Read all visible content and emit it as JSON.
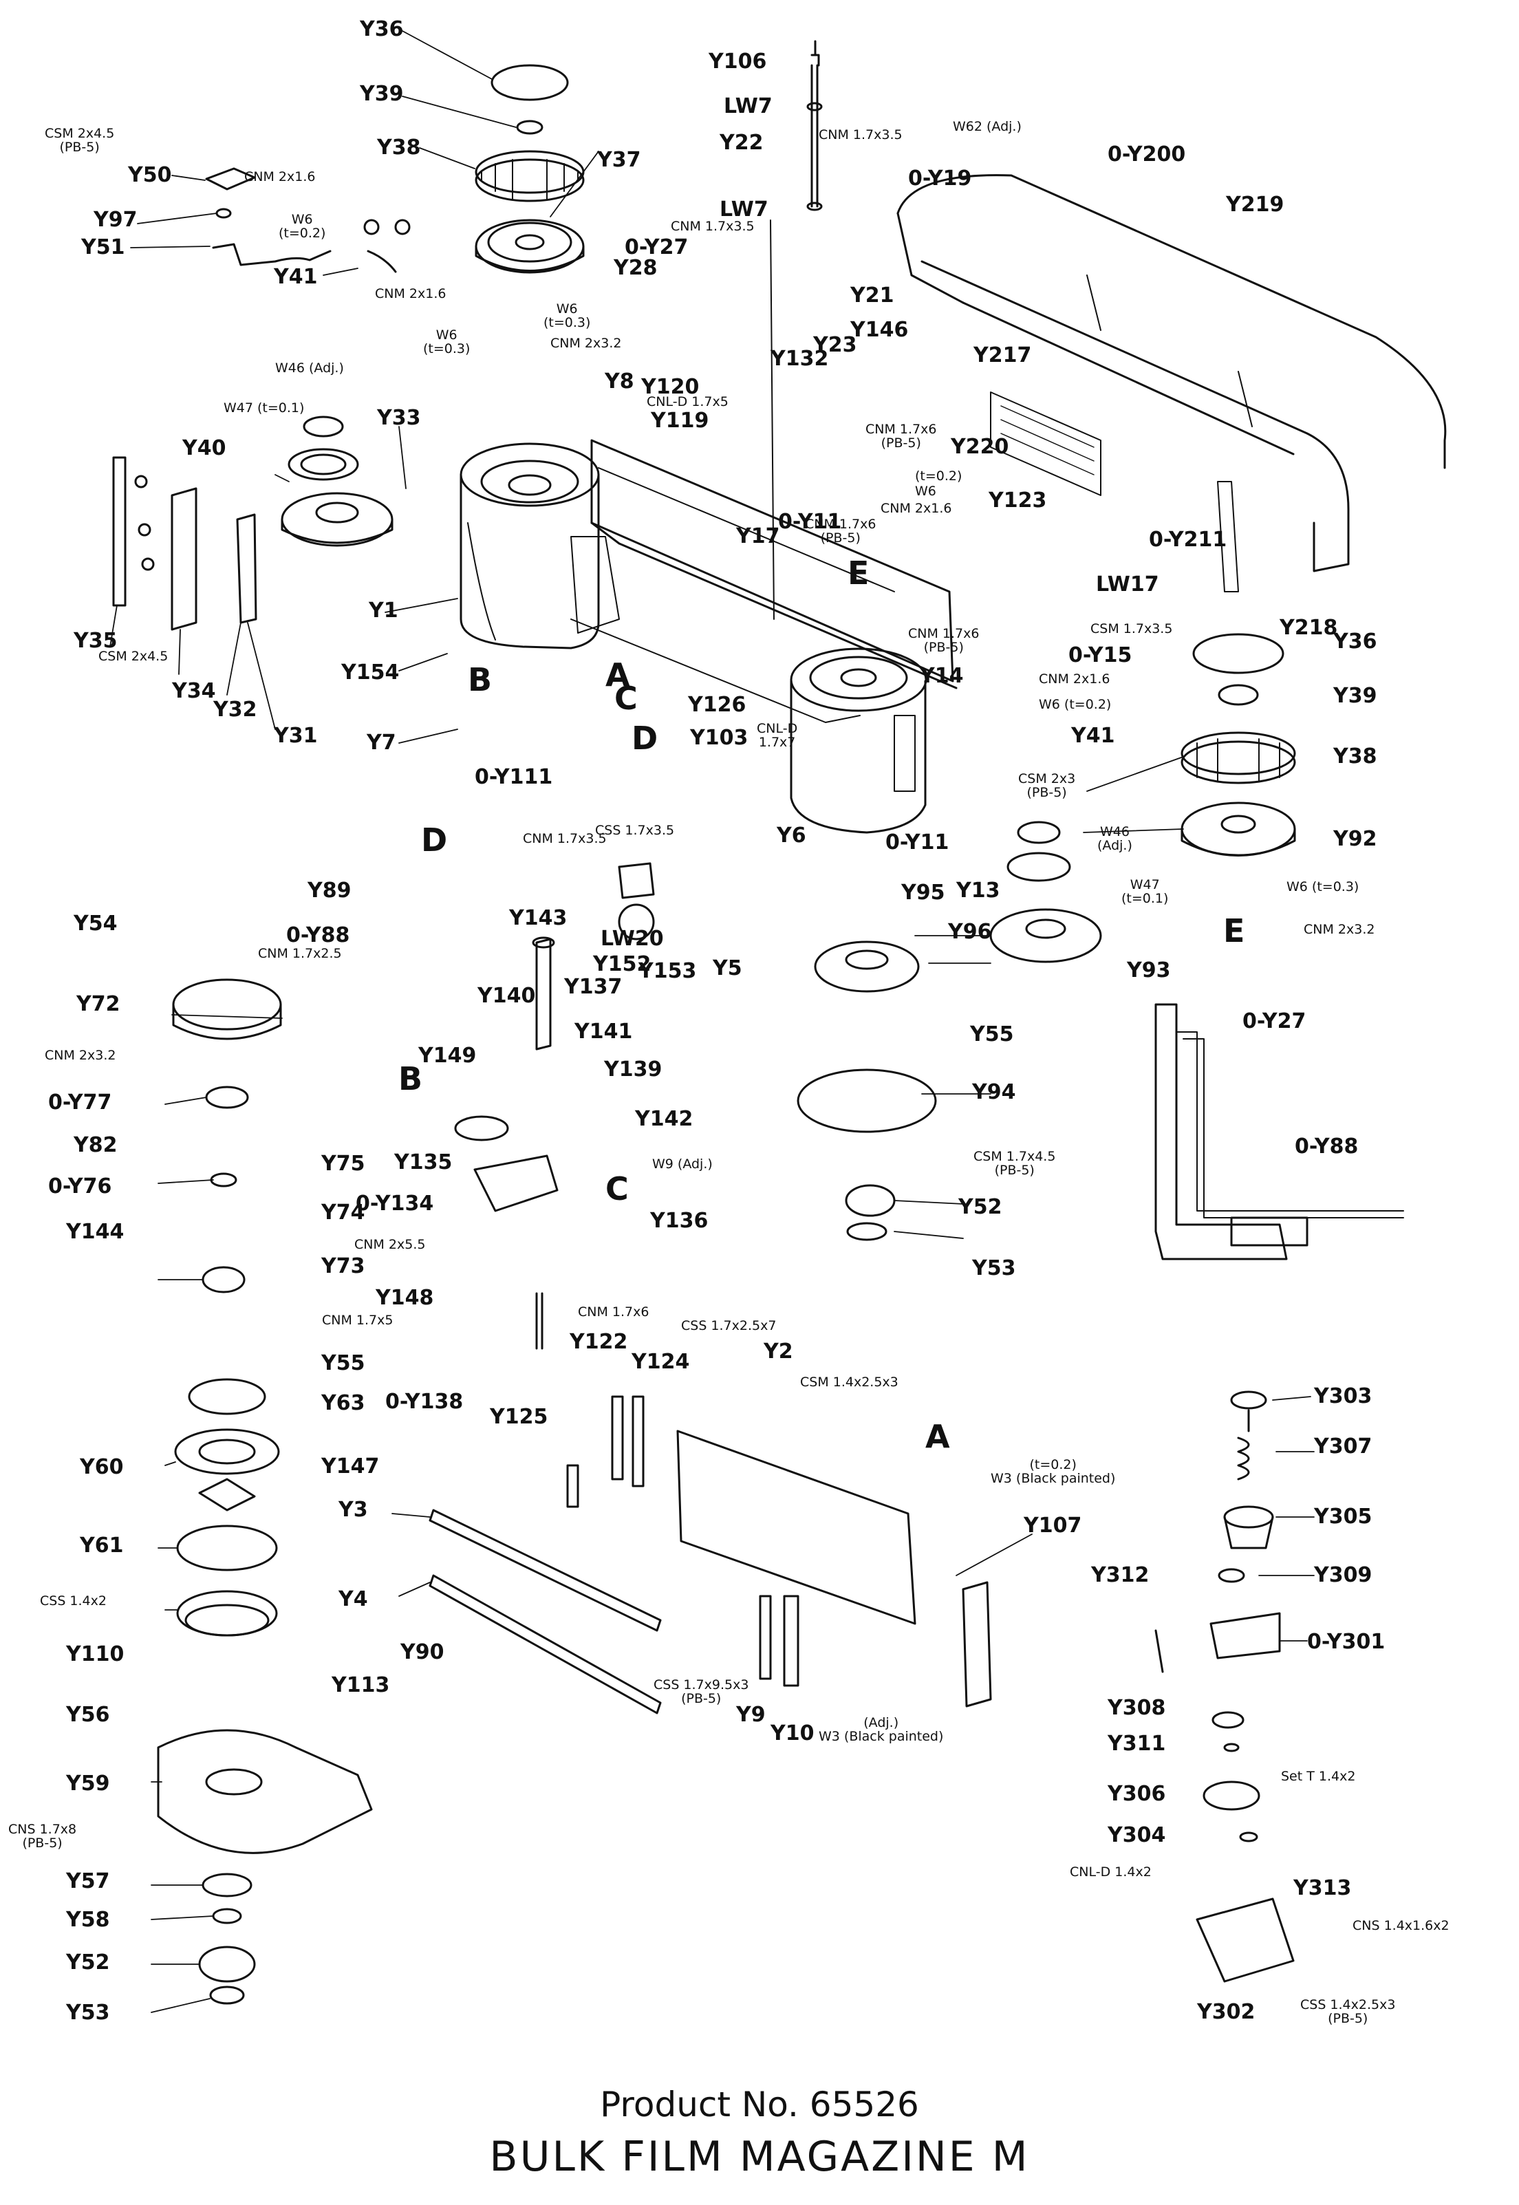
{
  "footer": {
    "product_no": "Product No. 65526",
    "title": "BULK FILM MAGAZINE M"
  },
  "refs": [
    "A",
    "B",
    "C",
    "D",
    "E"
  ],
  "parts": [
    "Y36",
    "Y39",
    "Y38",
    "Y37",
    "Y50",
    "Y97",
    "Y51",
    "Y41",
    "Y40",
    "Y33",
    "Y35",
    "Y34",
    "Y32",
    "Y31",
    "Y1",
    "Y154",
    "Y7",
    "Y106",
    "LW7",
    "Y22",
    "LW7",
    "0-Y19",
    "0-Y27",
    "Y28",
    "Y8",
    "Y120",
    "Y119",
    "Y132",
    "Y23",
    "Y146",
    "Y21",
    "0-Y200",
    "Y219",
    "Y217",
    "Y220",
    "Y17",
    "0-Y11",
    "Y123",
    "0-Y211",
    "LW17",
    "Y218",
    "Y36",
    "Y39",
    "Y38",
    "Y92",
    "Y14",
    "Y41",
    "0-Y15",
    "Y126",
    "Y103",
    "0-Y111",
    "Y6",
    "0-Y11",
    "Y13",
    "Y95",
    "Y5",
    "Y153",
    "Y152",
    "LW20",
    "Y96",
    "Y93",
    "Y55",
    "Y94",
    "Y52",
    "Y53",
    "Y54",
    "Y89",
    "0-Y88",
    "Y143",
    "Y137",
    "Y72",
    "Y140",
    "Y141",
    "Y149",
    "Y139",
    "0-Y77",
    "Y82",
    "Y142",
    "Y135",
    "Y136",
    "0-Y76",
    "Y75",
    "Y74",
    "0-Y134",
    "Y144",
    "Y73",
    "Y148",
    "Y122",
    "Y124",
    "Y2",
    "Y55",
    "Y63",
    "0-Y138",
    "Y147",
    "Y60",
    "Y125",
    "Y61",
    "Y3",
    "Y4",
    "Y110",
    "Y107",
    "Y113",
    "Y90",
    "Y56",
    "Y9",
    "Y10",
    "Y59",
    "Y57",
    "Y58",
    "Y52",
    "Y53",
    "0-Y27",
    "0-Y88",
    "Y303",
    "Y307",
    "Y305",
    "Y309",
    "Y312",
    "0-Y301",
    "Y308",
    "Y311",
    "Y306",
    "Y304",
    "Y313",
    "Y302"
  ],
  "specs": [
    "CSM 2x4.5\n(PB-5)",
    "CNM 2x1.6",
    "W6\n(t=0.2)",
    "CNM 2x1.6",
    "W6\n(t=0.3)",
    "W6\n(t=0.3)",
    "CNM 2x3.2",
    "W46 (Adj.)",
    "W47 (t=0.1)",
    "CSM 2x4.5",
    "CNM 1.7x3.5",
    "W62 (Adj.)",
    "CNM 1.7x3.5",
    "CNL-D 1.7x5",
    "CNM 1.7x6\n(PB-5)",
    "CNM 2x1.6",
    "W6",
    "(t=0.2)",
    "CNM 1.7x6\n(PB-5)",
    "CSM 1.7x3.5",
    "CNM 1.7x6\n(PB-5)",
    "CNM 2x1.6",
    "W6 (t=0.2)",
    "CNL-D\n1.7x7",
    "CSM 2x3\n(PB-5)",
    "W46\n(Adj.)",
    "W47\n(t=0.1)",
    "W6 (t=0.3)",
    "CNM 2x3.2",
    "CNM 1.7x3.5",
    "CSS 1.7x3.5",
    "CNM 1.7x2.5",
    "CNM 2x3.2",
    "W9 (Adj.)",
    "CSM 1.7x4.5\n(PB-5)",
    "CNM 2x5.5",
    "CNM 1.7x6",
    "CNM 1.7x5",
    "CSS 1.7x2.5x7",
    "CSM 1.4x2.5x3",
    "(t=0.2)\nW3 (Black painted)",
    "CSS 1.4x2",
    "CSS 1.7x9.5x3\n(PB-5)",
    "(Adj.)\nW3 (Black painted)",
    "CNS 1.7x8\n(PB-5)",
    "Set T 1.4x2",
    "CNL-D 1.4x2",
    "CNS 1.4x1.6x2",
    "CSS 1.4x2.5x3\n(PB-5)"
  ]
}
